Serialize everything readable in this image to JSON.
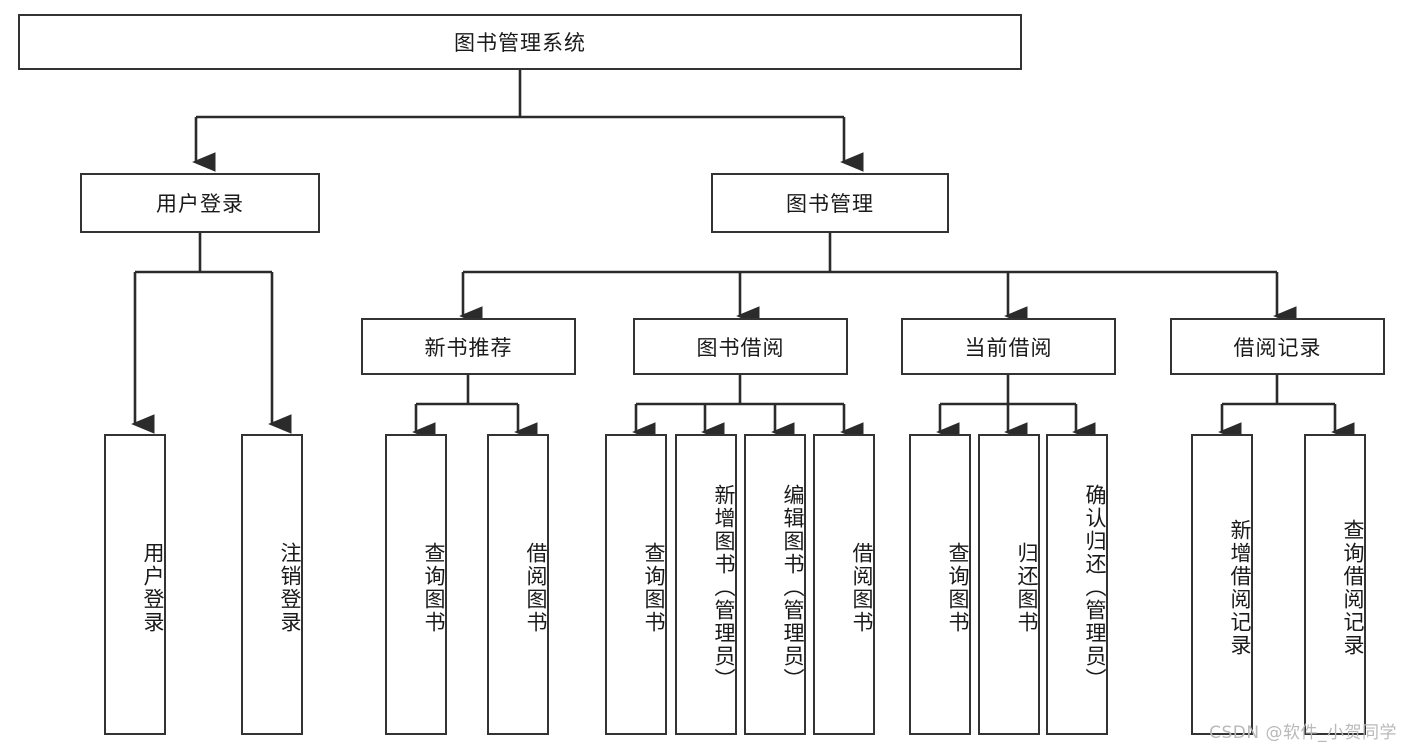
{
  "diagram": {
    "title": "图书管理系统",
    "type": "hierarchy-tree",
    "colors": {
      "box_border": "#333333",
      "box_fill": "#ffffff",
      "connector": "#2b2b2b",
      "text": "#1a1a1a",
      "watermark": "#b9b9b9"
    },
    "root": {
      "label": "图书管理系统"
    },
    "level2": [
      {
        "label": "用户登录"
      },
      {
        "label": "图书管理"
      }
    ],
    "level3": [
      {
        "label": "新书推荐"
      },
      {
        "label": "图书借阅"
      },
      {
        "label": "当前借阅"
      },
      {
        "label": "借阅记录"
      }
    ],
    "leaves": {
      "user_login": [
        {
          "label": "用户登录"
        },
        {
          "label": "注销登录"
        }
      ],
      "new_book_recommend": [
        {
          "label": "查询图书"
        },
        {
          "label": "借阅图书"
        }
      ],
      "book_borrow": [
        {
          "label": "查询图书"
        },
        {
          "label": "新增图书（管理员）"
        },
        {
          "label": "编辑图书（管理员）"
        },
        {
          "label": "借阅图书"
        }
      ],
      "current_borrow": [
        {
          "label": "查询图书"
        },
        {
          "label": "归还图书"
        },
        {
          "label": "确认归还（管理员）"
        }
      ],
      "borrow_records": [
        {
          "label": "新增借阅记录"
        },
        {
          "label": "查询借阅记录"
        }
      ]
    },
    "watermark": "CSDN @软件_小贺同学"
  }
}
